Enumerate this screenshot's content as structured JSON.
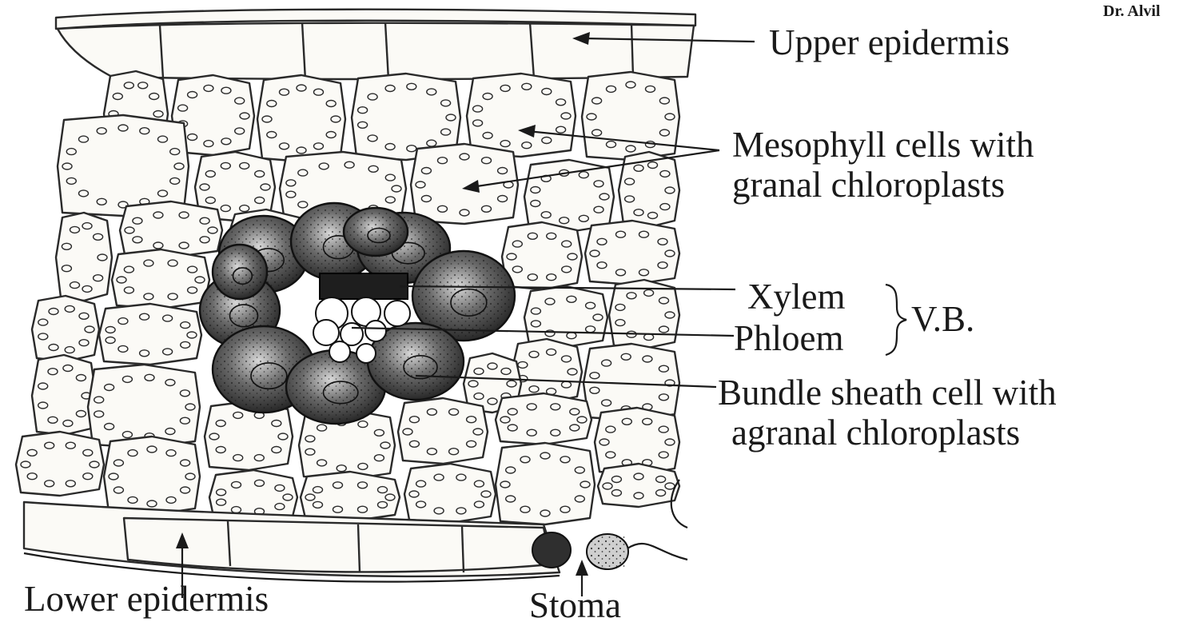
{
  "author": "Dr. Alvil",
  "labels": {
    "upper_epidermis": "Upper epidermis",
    "mesophyll_line1": "Mesophyll cells with",
    "mesophyll_line2": "granal chloroplasts",
    "xylem": "Xylem",
    "phloem": "Phloem",
    "vb": "V.B.",
    "bundle_line1": "Bundle sheath cell with",
    "bundle_line2": "agranal chloroplasts",
    "lower_epidermis": "Lower epidermis",
    "stoma": "Stoma"
  },
  "colors": {
    "ink": "#1a1a1a",
    "cell_fill": "#fbfaf6",
    "bundle_sheath": "#3a3a3a"
  }
}
